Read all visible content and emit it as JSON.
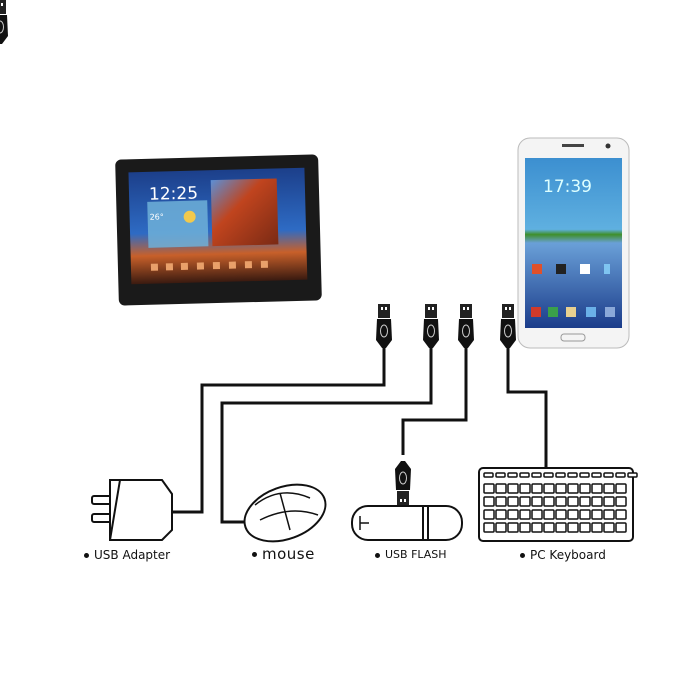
{
  "tablet": {
    "clock": "12:25",
    "temperature": "26°"
  },
  "phone": {
    "clock": "17:39"
  },
  "labels": {
    "usb_adapter": "USB Adapter",
    "mouse": "mouse",
    "usb_flash": "USB FLASH",
    "pc_keyboard": "PC Keyboard"
  }
}
